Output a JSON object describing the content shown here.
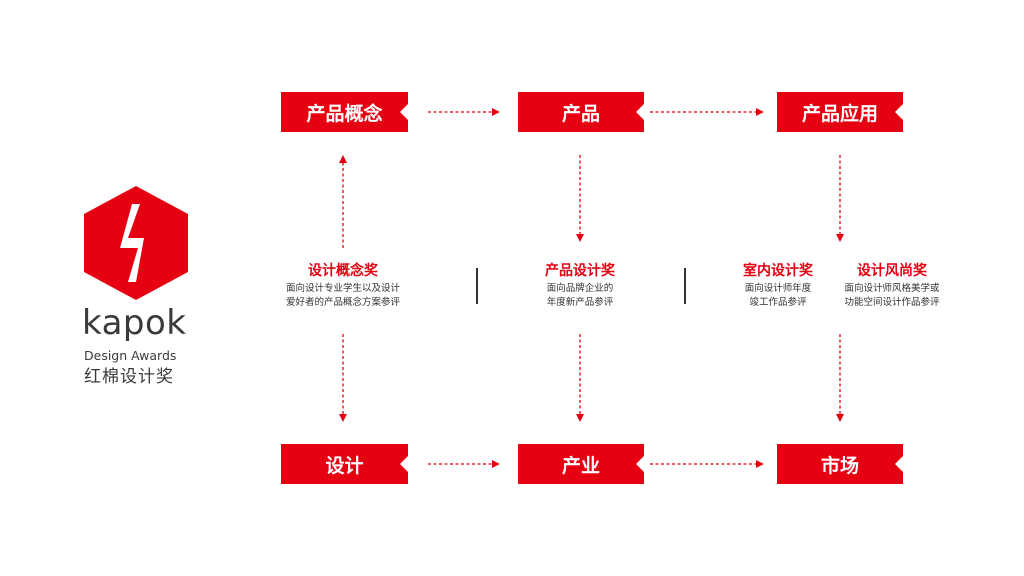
{
  "logo": {
    "word": "kapok",
    "subtitle": "Design Awards",
    "chinese": "红棉设计奖",
    "color": "#e50012"
  },
  "boxes": {
    "concept": "产品概念",
    "product": "产品",
    "application": "产品应用",
    "design": "设计",
    "industry": "产业",
    "market": "市场"
  },
  "awards": [
    {
      "title": "设计概念奖",
      "desc_1": "面向设计专业学生以及设计",
      "desc_2": "爱好者的产品概念方案参评"
    },
    {
      "title": "产品设计奖",
      "desc_1": "面向品牌企业的",
      "desc_2": "年度新产品参评"
    },
    {
      "title": "室内设计奖",
      "desc_1": "面向设计师年度",
      "desc_2": "竣工作品参评"
    },
    {
      "title": "设计风尚奖",
      "desc_1": "面向设计师风格美学或",
      "desc_2": "功能空间设计作品参评"
    }
  ],
  "colors": {
    "accent": "#e50012",
    "text": "#333333"
  }
}
